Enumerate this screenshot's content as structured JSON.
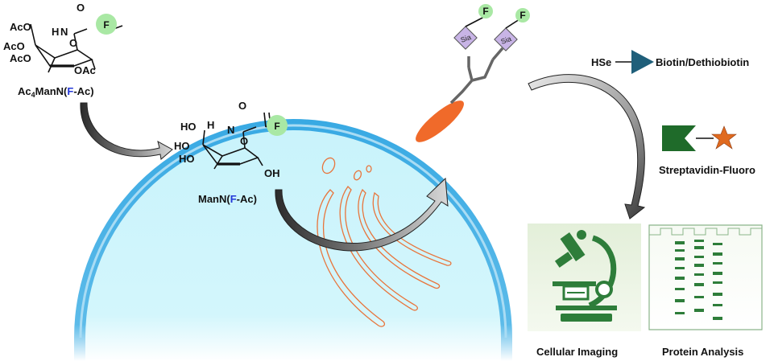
{
  "molecule_top": {
    "name_prefix": "Ac",
    "name_sub": "4",
    "name_main": "ManN(",
    "name_F": "F",
    "name_suffix": "-Ac)",
    "aco_1": "AcO",
    "aco_2": "AcO",
    "aco_3": "AcO",
    "oac": "OAc",
    "nh": "N",
    "h": "H",
    "ring_o": "O",
    "carbonyl_o": "O",
    "f_tag": "F"
  },
  "molecule_mid": {
    "name_main": "ManN(",
    "name_F": "F",
    "name_suffix": "-Ac)",
    "ho_1": "HO",
    "ho_2": "HO",
    "ho_3": "HO",
    "oh": "OH",
    "h": "H",
    "nh": "N",
    "ring_o": "O",
    "carbonyl_o": "O",
    "f_tag": "F"
  },
  "glycoprotein": {
    "sia_1": "Sia",
    "sia_2": "Sia",
    "f_tag_1": "F",
    "f_tag_2": "F"
  },
  "probe": {
    "hse": "HSe",
    "biotin": "Biotin/Dethiobiotin",
    "streptavidin": "Streptavidin-Fluoro"
  },
  "panels": {
    "imaging": "Cellular Imaging",
    "protein": "Protein Analysis"
  },
  "colors": {
    "cell_fill": "#c9f3fb",
    "membrane": "#38a9e3",
    "f_circle": "#a9e8a4",
    "f_blue": "#2438d8",
    "sia_fill": "#c8b4e6",
    "protein": "#f06a2a",
    "golgi": "#e8753c",
    "biotin": "#1f5f7a",
    "streptavidin": "#1f6b2a",
    "star": "#e06a1f",
    "microscope": "#2e7d3a",
    "gel_band": "#2e7d3a"
  }
}
